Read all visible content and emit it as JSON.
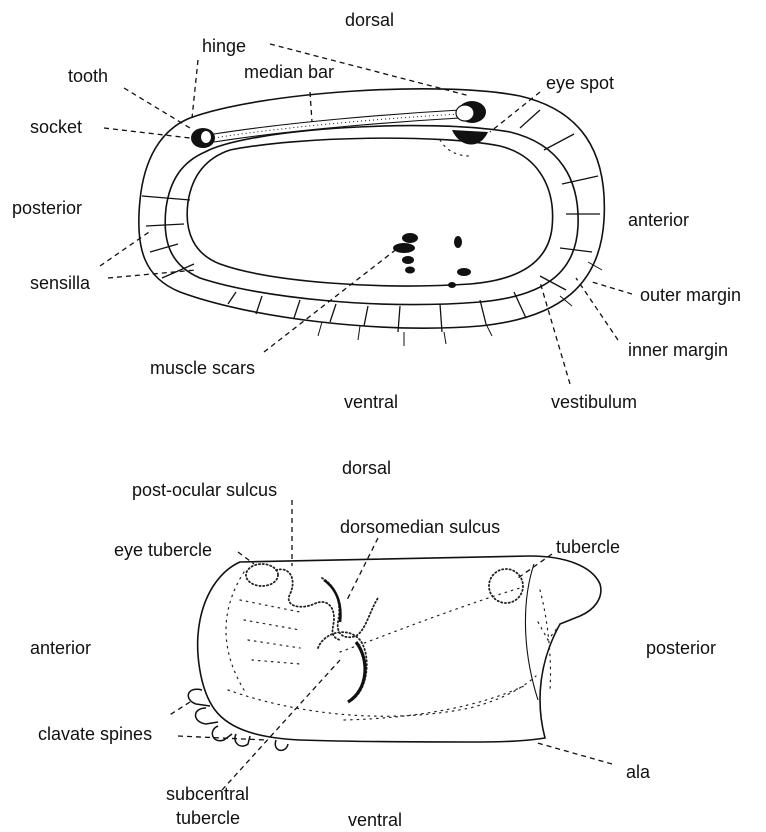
{
  "upper": {
    "dorsal": "dorsal",
    "ventral": "ventral",
    "posterior": "posterior",
    "anterior": "anterior",
    "hinge": "hinge",
    "tooth": "tooth",
    "median_bar": "median bar",
    "socket": "socket",
    "eye_spot": "eye spot",
    "sensilla": "sensilla",
    "muscle_scars": "muscle scars",
    "outer_margin": "outer margin",
    "inner_margin": "inner margin",
    "vestibulum": "vestibulum"
  },
  "lower": {
    "dorsal": "dorsal",
    "ventral": "ventral",
    "anterior": "anterior",
    "posterior": "posterior",
    "post_ocular_sulcus": "post-ocular sulcus",
    "dorsomedian_sulcus": "dorsomedian sulcus",
    "eye_tubercle": "eye tubercle",
    "tubercle": "tubercle",
    "clavate_spines": "clavate spines",
    "subcentral_line1": "subcentral",
    "subcentral_line2": "tubercle",
    "ala": "ala"
  }
}
